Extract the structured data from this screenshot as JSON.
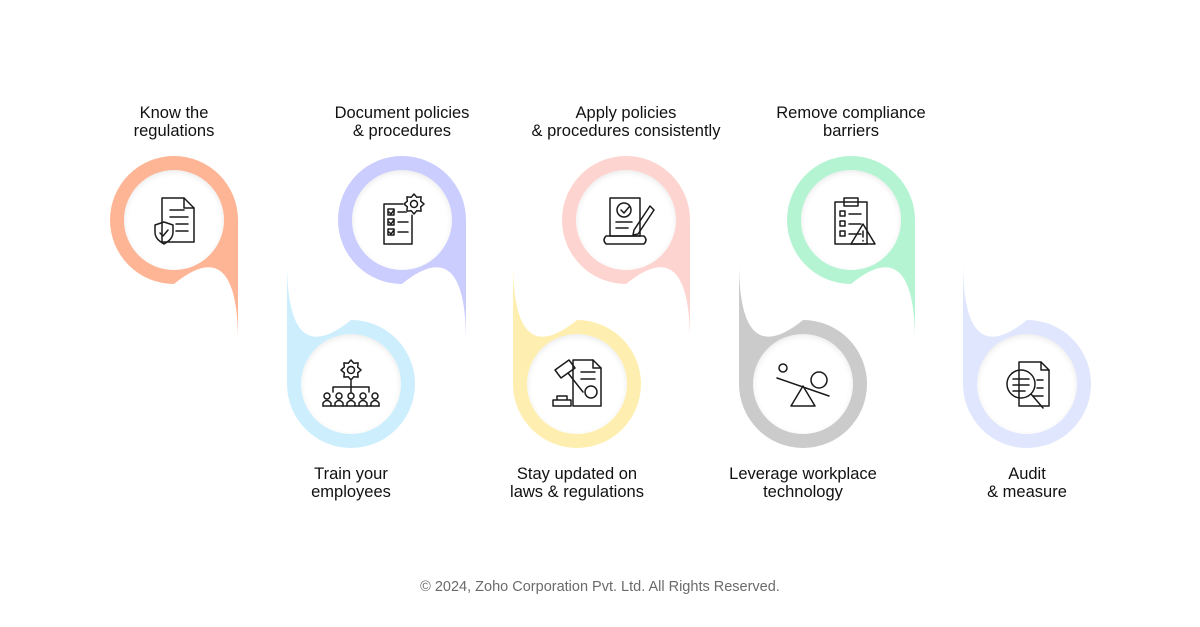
{
  "steps": [
    {
      "line1": "Know the",
      "line2": "regulations",
      "color": "#fdb595",
      "icon": "document-shield-icon",
      "slug": "know-regulations"
    },
    {
      "line1": "Train your",
      "line2": "employees",
      "color": "#cdeefd",
      "icon": "team-hierarchy-gear-icon",
      "slug": "train-employees"
    },
    {
      "line1": "Document policies",
      "line2": "& procedures",
      "color": "#cacdfd",
      "icon": "checklist-gear-icon",
      "slug": "document-policies"
    },
    {
      "line1": "Stay updated on",
      "line2": "laws & regulations",
      "color": "#feefb0",
      "icon": "gavel-document-icon",
      "slug": "stay-updated"
    },
    {
      "line1": "Apply policies",
      "line2": "& procedures consistently",
      "color": "#fdd4d0",
      "icon": "signed-scroll-icon",
      "slug": "apply-policies"
    },
    {
      "line1": "Leverage workplace",
      "line2": "technology",
      "color": "#cbcbcb",
      "icon": "seesaw-balance-icon",
      "slug": "leverage-technology"
    },
    {
      "line1": "Remove compliance",
      "line2": "barriers",
      "color": "#b5f4d2",
      "icon": "clipboard-warning-icon",
      "slug": "remove-barriers"
    },
    {
      "line1": "Audit",
      "line2": "& measure",
      "color": "#dfe6fd",
      "icon": "magnifier-document-icon",
      "slug": "audit-measure"
    }
  ],
  "footer": "© 2024, Zoho Corporation Pvt. Ltd. All Rights Reserved."
}
